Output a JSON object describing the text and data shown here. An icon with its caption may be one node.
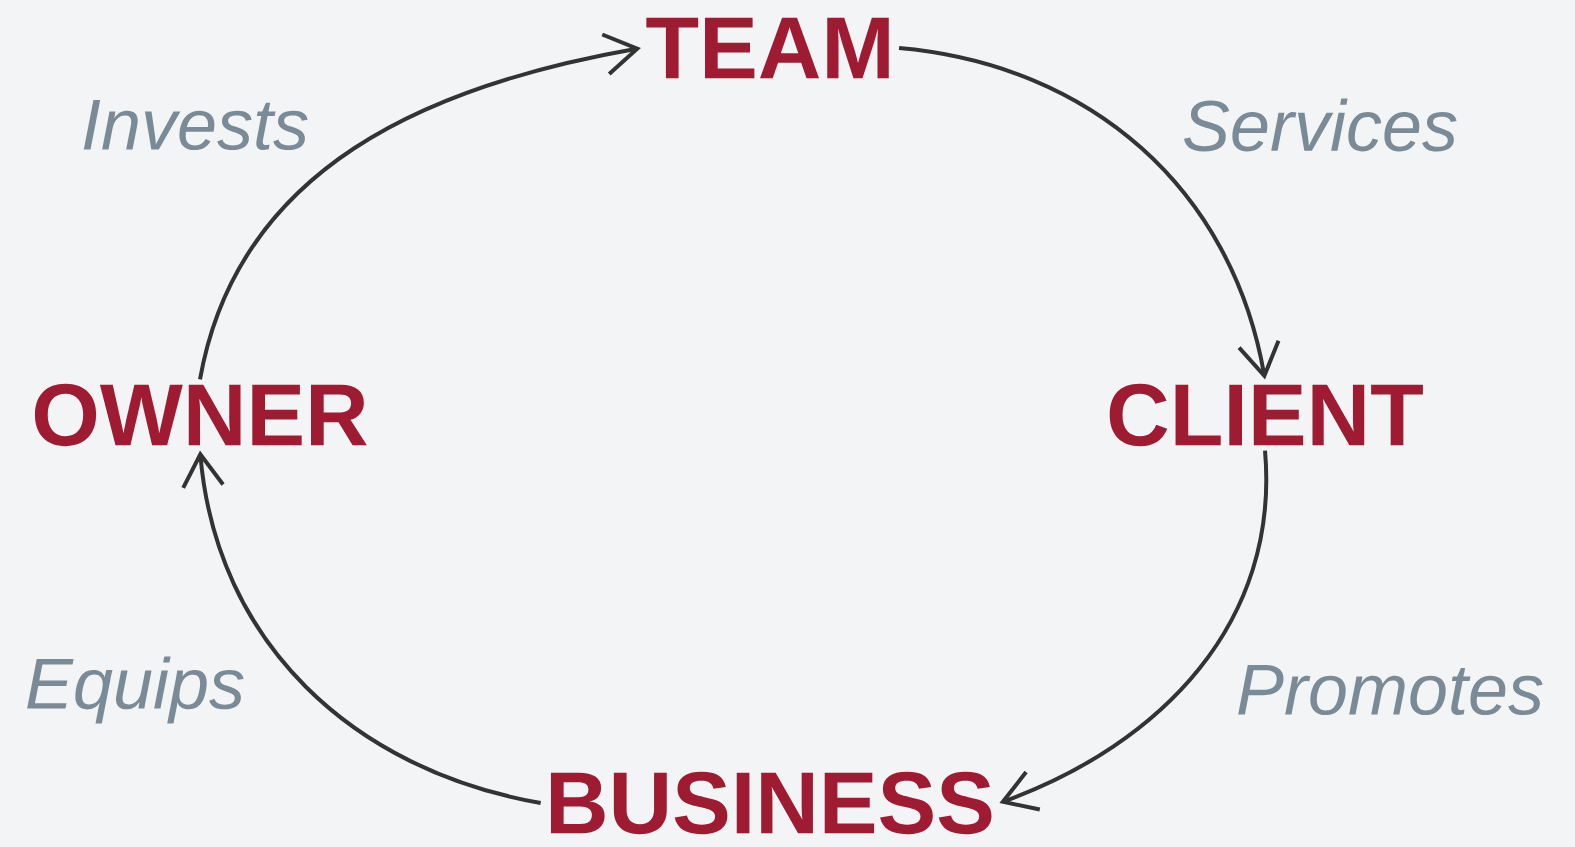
{
  "diagram": {
    "nodes": [
      {
        "text": [
          "TEAM"
        ]
      },
      {
        "text": [
          "CLIENT"
        ]
      },
      {
        "text": [
          "BUSINESS"
        ]
      },
      {
        "text": [
          "OWNER"
        ]
      }
    ],
    "edges": [
      {
        "from": 3,
        "to": 0,
        "arrow": "to",
        "label": "Invests"
      },
      {
        "from": 0,
        "to": 1,
        "arrow": "to",
        "label": "Services"
      },
      {
        "from": 1,
        "to": 2,
        "arrow": "to",
        "label": "Promotes"
      },
      {
        "from": 2,
        "to": 3,
        "arrow": "to",
        "label": "Equips"
      }
    ]
  }
}
